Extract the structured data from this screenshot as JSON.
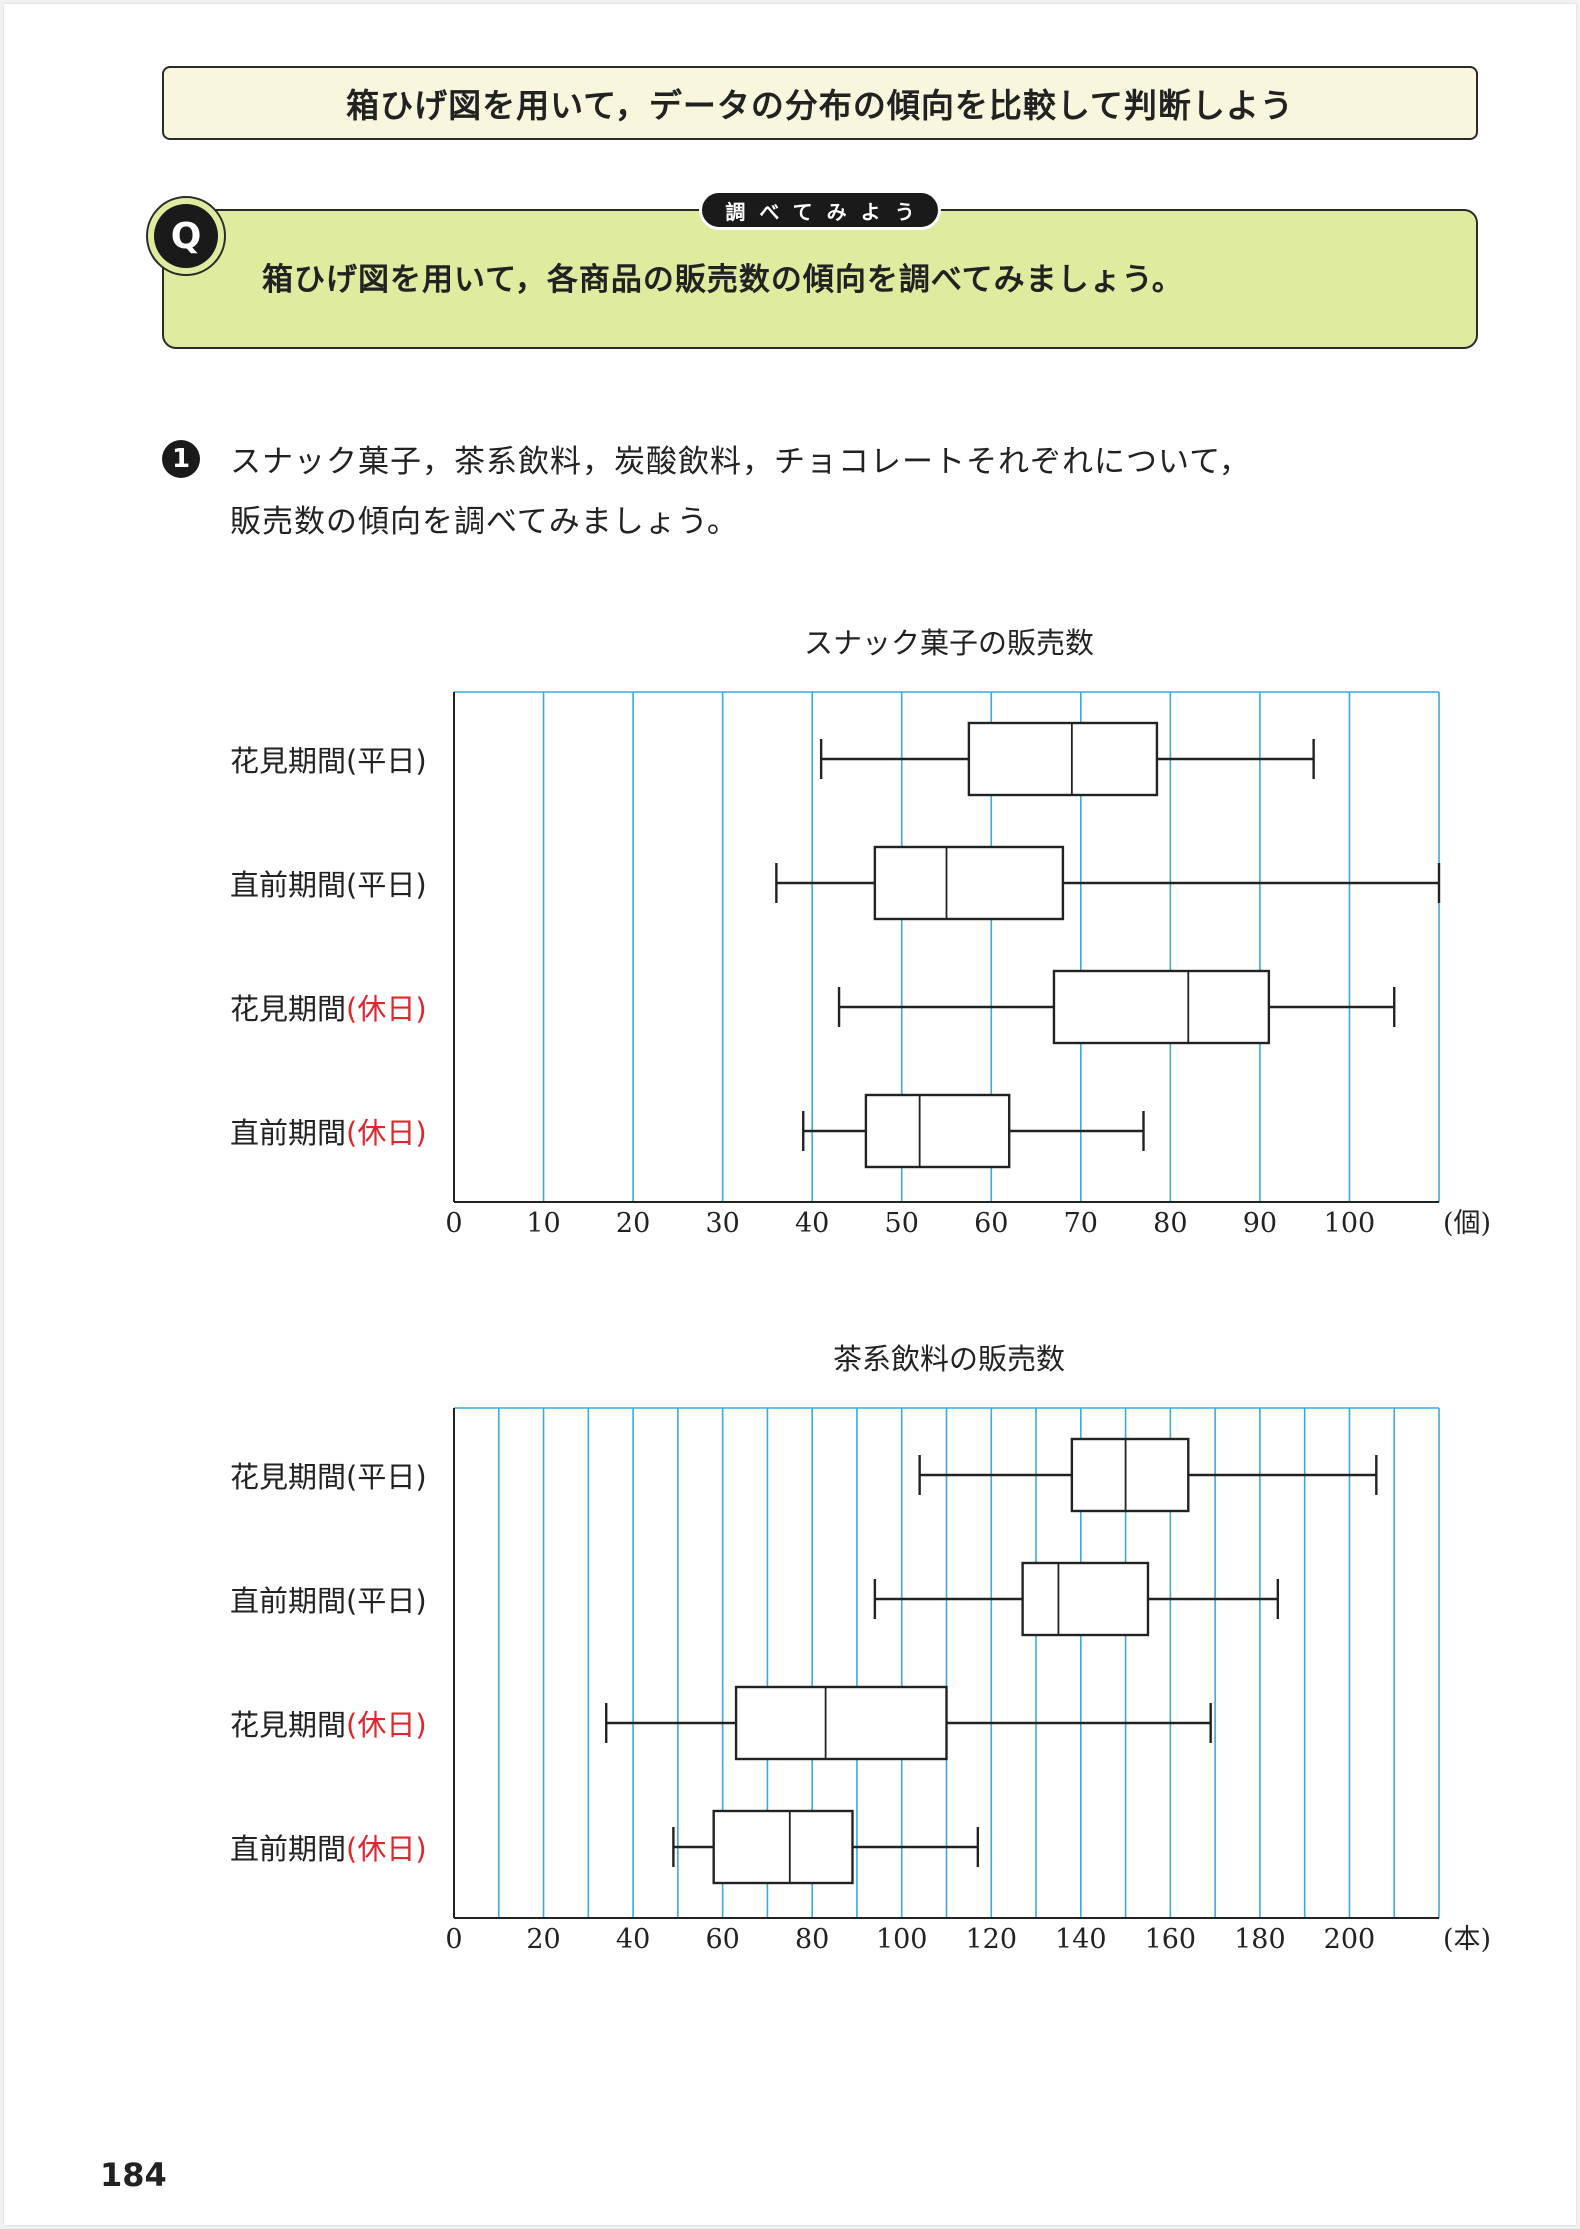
{
  "header": {
    "title": "箱ひげ図を用いて，データの分布の傾向を比較して判断しよう"
  },
  "question": {
    "badge": "Q",
    "tag": "調べてみよう",
    "text": "箱ひげ図を用いて，各商品の販売数の傾向を調べてみましょう。"
  },
  "step1": {
    "number": "1",
    "line1": "スナック菓子，茶系飲料，炭酸飲料，チョコレートそれぞれについて，",
    "line2": "販売数の傾向を調べてみましょう。"
  },
  "colors": {
    "gridline": "#3ba9e0",
    "holiday_label": "#e0262b",
    "q_box_fill": "#dfeca0",
    "banner_fill": "#f8f6dd"
  },
  "chart_data": [
    {
      "type": "boxplot",
      "title": "スナック菓子の販売数",
      "unit": "(個)",
      "xlim": [
        0,
        110
      ],
      "ticks": [
        0,
        10,
        20,
        30,
        40,
        50,
        60,
        70,
        80,
        90,
        100
      ],
      "grid_step": 10,
      "grid": true,
      "series": [
        {
          "name": "花見期間",
          "suffix": "(平日)",
          "holiday": false,
          "min": 41,
          "q1": 57.5,
          "median": 69,
          "q3": 78.5,
          "max": 96
        },
        {
          "name": "直前期間",
          "suffix": "(平日)",
          "holiday": false,
          "min": 36,
          "q1": 47,
          "median": 55,
          "q3": 68,
          "max": 110
        },
        {
          "name": "花見期間",
          "suffix": "(休日)",
          "holiday": true,
          "min": 43,
          "q1": 67,
          "median": 82,
          "q3": 91,
          "max": 105
        },
        {
          "name": "直前期間",
          "suffix": "(休日)",
          "holiday": true,
          "min": 39,
          "q1": 46,
          "median": 52,
          "q3": 62,
          "max": 77
        }
      ]
    },
    {
      "type": "boxplot",
      "title": "茶系飲料の販売数",
      "unit": "(本)",
      "xlim": [
        0,
        220
      ],
      "ticks": [
        0,
        20,
        40,
        60,
        80,
        100,
        120,
        140,
        160,
        180,
        200
      ],
      "grid_step": 10,
      "grid": true,
      "series": [
        {
          "name": "花見期間",
          "suffix": "(平日)",
          "holiday": false,
          "min": 104,
          "q1": 138,
          "median": 150,
          "q3": 164,
          "max": 206
        },
        {
          "name": "直前期間",
          "suffix": "(平日)",
          "holiday": false,
          "min": 94,
          "q1": 127,
          "median": 135,
          "q3": 155,
          "max": 184
        },
        {
          "name": "花見期間",
          "suffix": "(休日)",
          "holiday": true,
          "min": 34,
          "q1": 63,
          "median": 83,
          "q3": 110,
          "max": 169
        },
        {
          "name": "直前期間",
          "suffix": "(休日)",
          "holiday": true,
          "min": 49,
          "q1": 58,
          "median": 75,
          "q3": 89,
          "max": 117
        }
      ]
    }
  ],
  "page_number": "184"
}
